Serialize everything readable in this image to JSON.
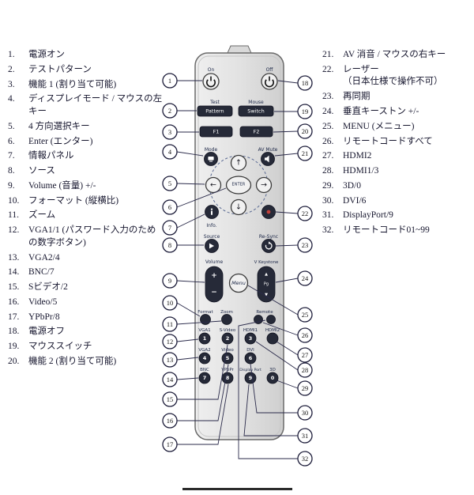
{
  "page": {
    "background": "#ffffff",
    "text_color": "#16162e",
    "accent": "#1d1d3a"
  },
  "legend_left": [
    {
      "num": "1.",
      "text": "電源オン"
    },
    {
      "num": "2.",
      "text": "テストパターン"
    },
    {
      "num": "3.",
      "text": "機能 1 (割り当て可能)"
    },
    {
      "num": "4.",
      "text": "ディスプレイモード / マウスの左キー"
    },
    {
      "num": "5.",
      "text": "4 方向選択キー"
    },
    {
      "num": "6.",
      "text": "Enter (エンター)"
    },
    {
      "num": "7.",
      "text": "情報パネル"
    },
    {
      "num": "8.",
      "text": "ソース"
    },
    {
      "num": "9.",
      "text": "Volume (音量) +/-"
    },
    {
      "num": "10.",
      "text": "フォーマット (縦横比)"
    },
    {
      "num": "11.",
      "text": "ズーム"
    },
    {
      "num": "12.",
      "text": "VGA1/1 (パスワード入力のための数字ボタン)"
    },
    {
      "num": "13.",
      "text": "VGA2/4"
    },
    {
      "num": "14.",
      "text": "BNC/7"
    },
    {
      "num": "15.",
      "text": "Sビデオ/2"
    },
    {
      "num": "16.",
      "text": "Video/5"
    },
    {
      "num": "17.",
      "text": "YPbPr/8"
    },
    {
      "num": "18.",
      "text": "電源オフ"
    },
    {
      "num": "19.",
      "text": "マウススイッチ"
    },
    {
      "num": "20.",
      "text": "機能 2 (割り当て可能)"
    }
  ],
  "legend_right": [
    {
      "num": "21.",
      "text": "AV 消音 / マウスの右キー"
    },
    {
      "num": "22.",
      "text": "レーザー\n（日本仕様で操作不可）"
    },
    {
      "num": "23.",
      "text": "再同期"
    },
    {
      "num": "24.",
      "text": "垂直キーストン +/-"
    },
    {
      "num": "25.",
      "text": "MENU (メニュー)"
    },
    {
      "num": "26.",
      "text": "リモートコードすべて"
    },
    {
      "num": "27.",
      "text": "HDMI2"
    },
    {
      "num": "28.",
      "text": "HDMI1/3"
    },
    {
      "num": "29.",
      "text": "3D/0"
    },
    {
      "num": "30.",
      "text": "DVI/6"
    },
    {
      "num": "31.",
      "text": "DisplayPort/9"
    },
    {
      "num": "32.",
      "text": "リモートコード01~99"
    }
  ],
  "callout_numbers": [
    "1",
    "2",
    "3",
    "4",
    "5",
    "6",
    "7",
    "8",
    "9",
    "10",
    "11",
    "12",
    "13",
    "14",
    "15",
    "16",
    "17",
    "18",
    "19",
    "20",
    "21",
    "22",
    "23",
    "24",
    "25",
    "26",
    "27",
    "28",
    "29",
    "30",
    "31",
    "32"
  ],
  "remote": {
    "on": "On",
    "off": "Off",
    "test": "Test",
    "mouse": "Mouse",
    "pattern": "Pattern",
    "switch": "Switch",
    "f1": "F1",
    "f2": "F2",
    "mode": "Mode",
    "av_mute": "AV Mute",
    "arrow_up": "↑",
    "arrow_down": "↓",
    "arrow_left": "←",
    "arrow_right": "→",
    "enter": "ENTER",
    "info": "Info.",
    "source": "Source",
    "re_sync": "Re-Sync",
    "volume": "Volume",
    "vol_plus": "+",
    "vol_minus": "−",
    "v_keystone": "V Keystone",
    "keystone_up": "▲",
    "pg": "Pg",
    "keystone_down": "▼",
    "menu": "Menu",
    "format": "Format",
    "zoom": "Zoom",
    "remote": "Remote",
    "vga1": "VGA1",
    "s_video": "S-Video",
    "hdmi1": "HDMI1",
    "hdmi2": "HDMI2",
    "vga2": "VGA2",
    "video": "Video",
    "dvi": "DVI",
    "bnc": "BNC",
    "ypbpr": "YPbPr",
    "display_port": "Display Port",
    "three_d": "3D",
    "digit_1": "1",
    "digit_2": "2",
    "digit_3": "3",
    "digit_4": "4",
    "digit_5": "5",
    "digit_6": "6",
    "digit_7": "7",
    "digit_8": "8",
    "digit_9": "9",
    "digit_0": "0"
  }
}
